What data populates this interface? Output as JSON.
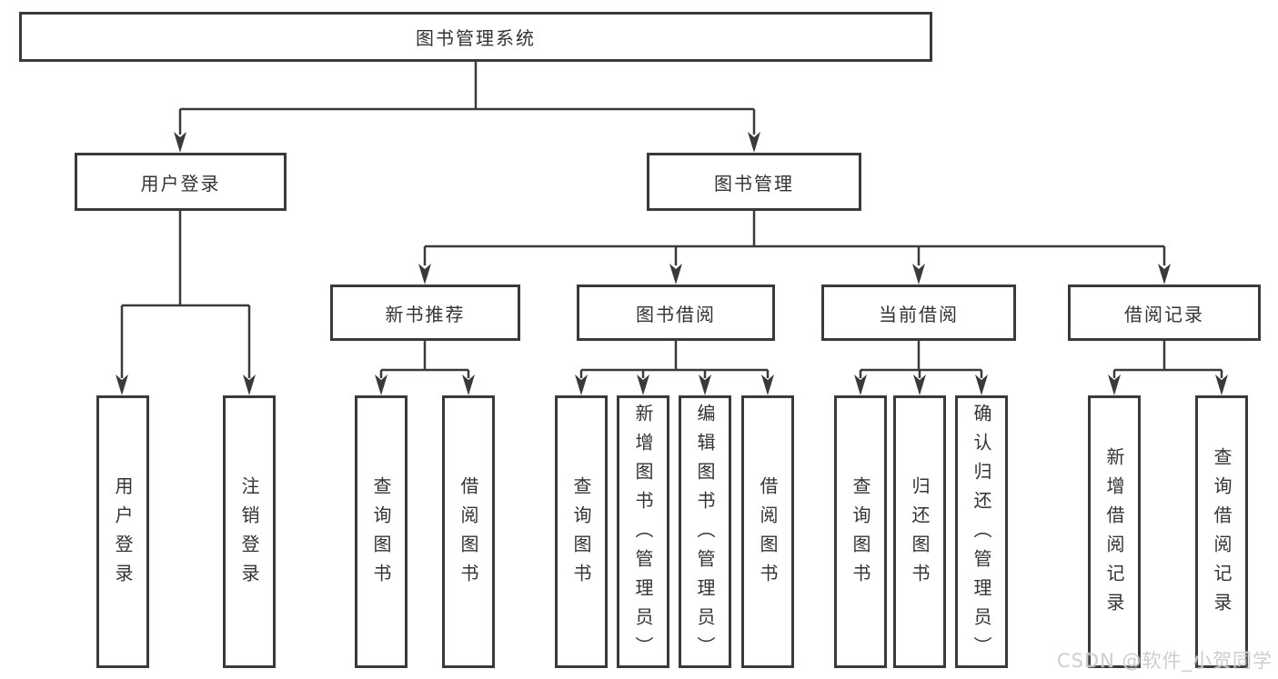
{
  "diagram": {
    "root": {
      "label": "图书管理系统"
    },
    "branches": [
      {
        "label": "用户登录",
        "children": [
          {
            "label": "用户登录"
          },
          {
            "label": "注销登录"
          }
        ]
      },
      {
        "label": "图书管理",
        "children": [
          {
            "label": "新书推荐",
            "children": [
              {
                "label": "查询图书"
              },
              {
                "label": "借阅图书"
              }
            ]
          },
          {
            "label": "图书借阅",
            "children": [
              {
                "label": "查询图书"
              },
              {
                "label": "新增图书（管理员）"
              },
              {
                "label": "编辑图书（管理员）"
              },
              {
                "label": "借阅图书"
              }
            ]
          },
          {
            "label": "当前借阅",
            "children": [
              {
                "label": "查询图书"
              },
              {
                "label": "归还图书"
              },
              {
                "label": "确认归还（管理员）"
              }
            ]
          },
          {
            "label": "借阅记录",
            "children": [
              {
                "label": "新增借阅记录"
              },
              {
                "label": "查询借阅记录"
              }
            ]
          }
        ]
      }
    ]
  },
  "watermark": {
    "text": "CSDN @软件_小贺同学"
  },
  "colors": {
    "line": "#3a3a3a",
    "text": "#333333",
    "box_background": "#ffffff",
    "watermark": "#cacaca",
    "background": "#ffffff"
  }
}
